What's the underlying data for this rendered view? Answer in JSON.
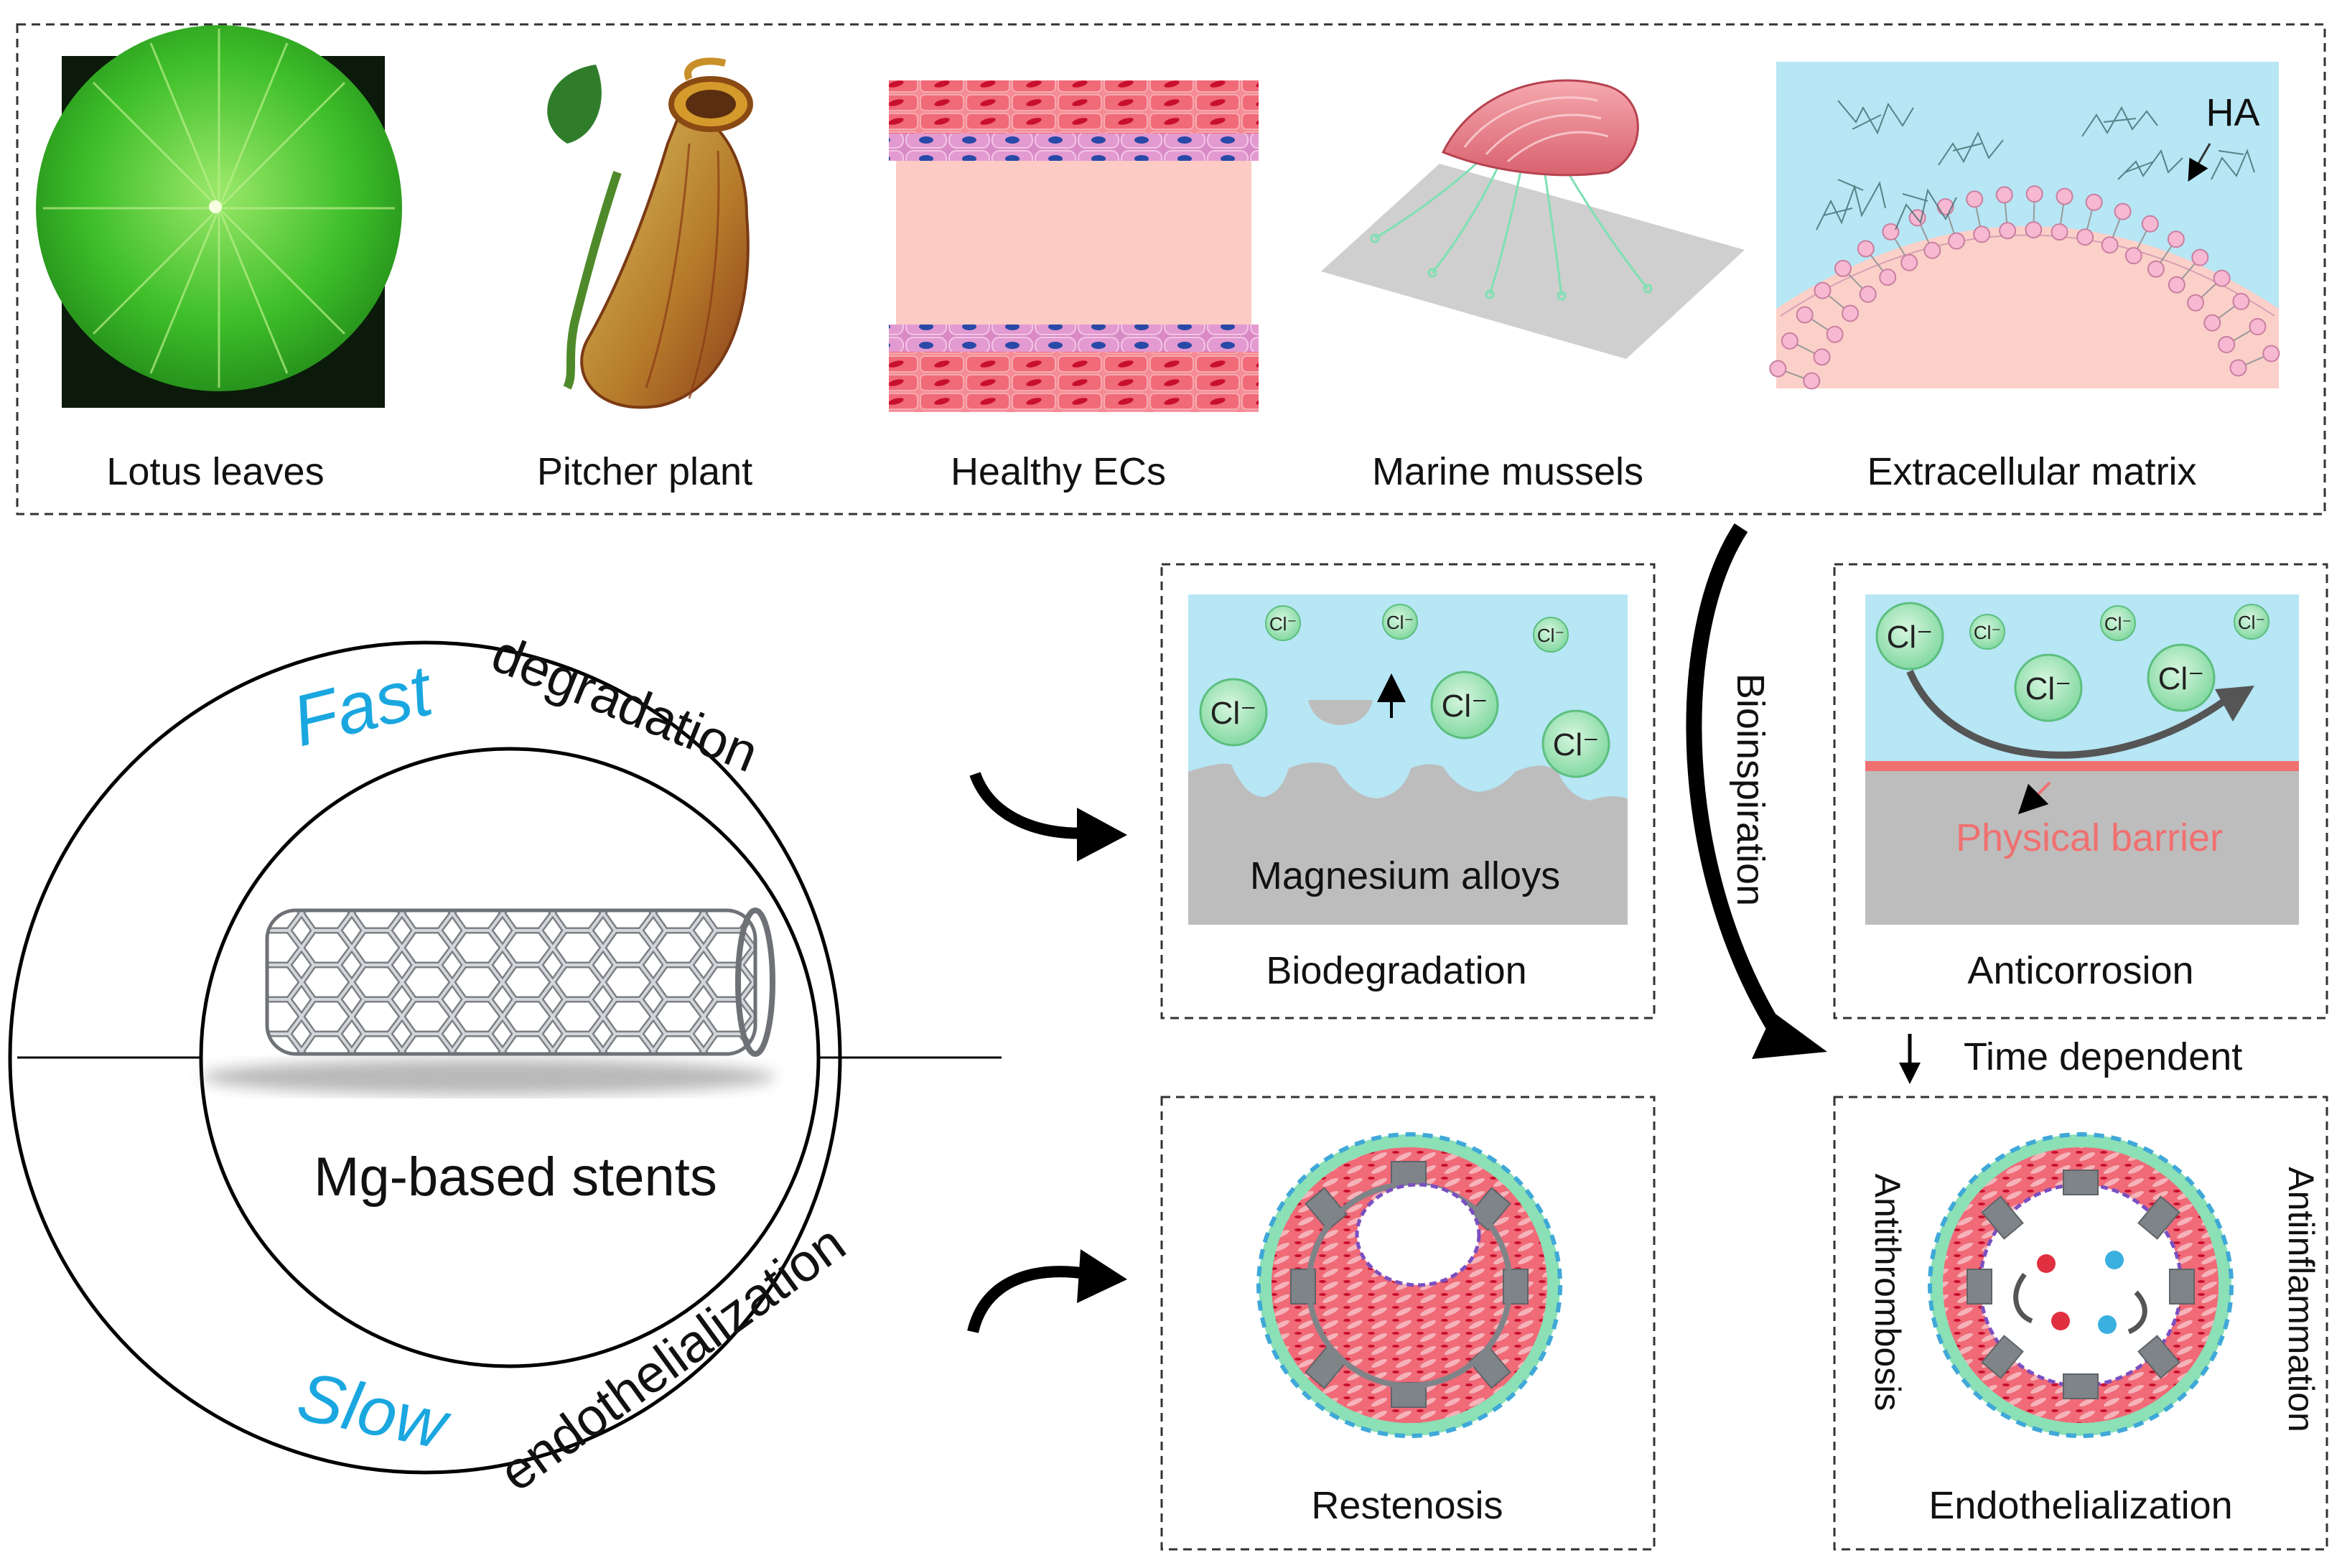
{
  "inspiration": {
    "items": [
      {
        "label": "Lotus leaves"
      },
      {
        "label": "Pitcher plant"
      },
      {
        "label": "Healthy ECs"
      },
      {
        "label": "Marine mussels"
      },
      {
        "label": "Extracellular matrix"
      }
    ],
    "ha_label": "HA"
  },
  "stent": {
    "fast": "Fast",
    "degradation": "degradation",
    "slow": "Slow",
    "endothelialization": "endothelialization",
    "title": "Mg-based stents"
  },
  "panels": {
    "biodegradation": {
      "caption": "Biodegradation",
      "substrate": "Magnesium alloys",
      "ion": "Cl⁻"
    },
    "anticorrosion": {
      "caption": "Anticorrosion",
      "barrier": "Physical barrier",
      "ion": "Cl⁻"
    },
    "restenosis": {
      "caption": "Restenosis"
    },
    "endothelialization": {
      "caption": "Endothelialization",
      "left_side": "Antithrombosis",
      "right_side": "Antiinflammation"
    }
  },
  "bioinspiration": "Bioinspiration",
  "time_dependent": "Time dependent",
  "colors": {
    "accent_cyan": "#1aa7e0",
    "fluid_blue": "#b7e6f5",
    "alloy_gray": "#bdbdbd",
    "barrier_red": "#f07070",
    "ion_green": "#9fe3b7",
    "ec_red": "#f06a78",
    "tissue_pink": "#fbd0c8"
  }
}
